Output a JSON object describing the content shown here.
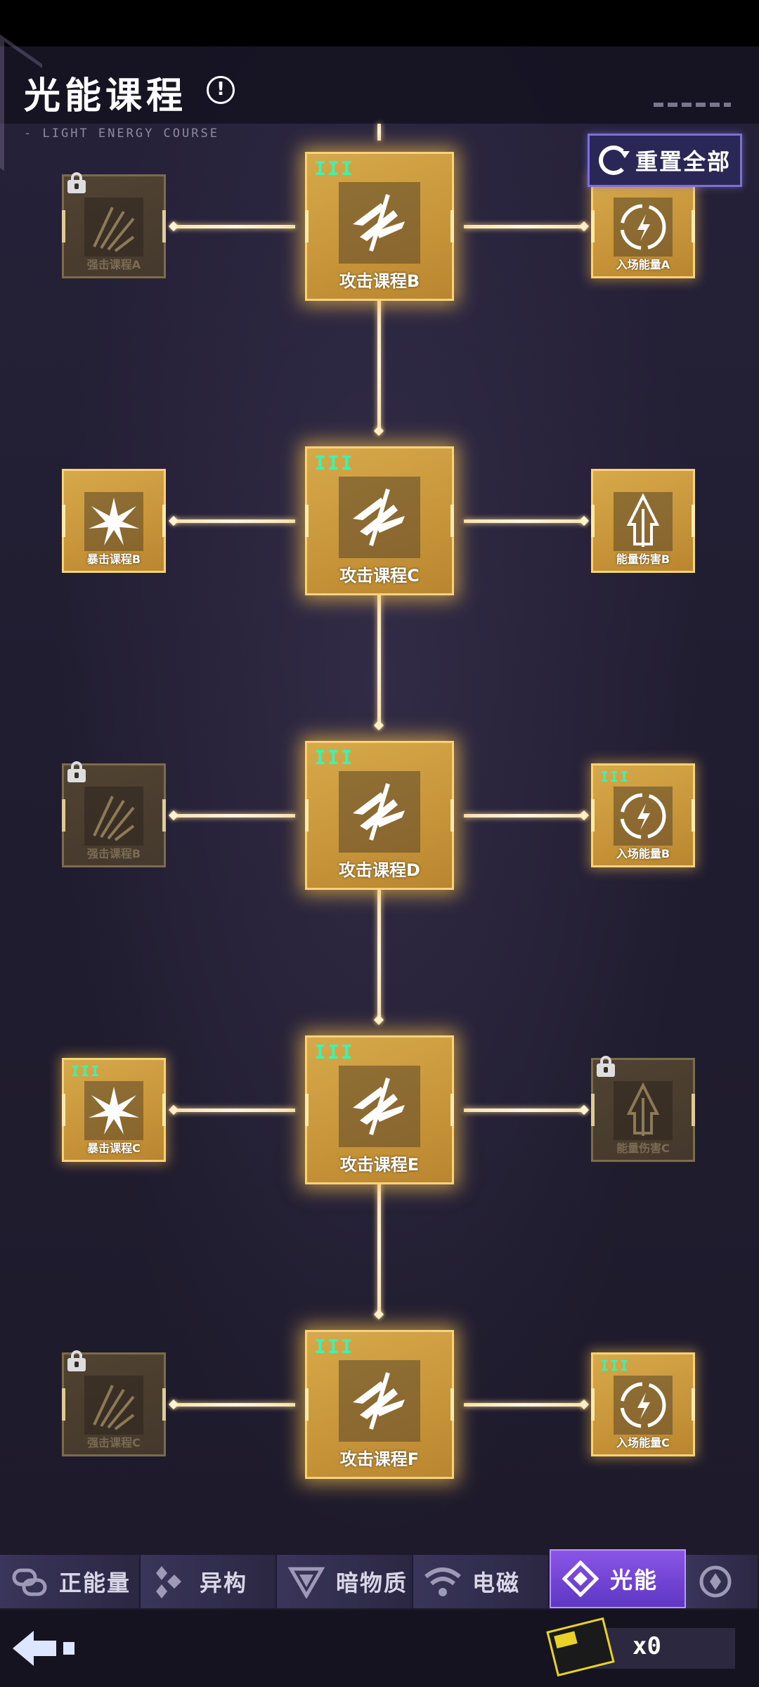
{
  "header": {
    "title": "光能课程",
    "subtitle": "LIGHT ENERGY COURSE",
    "info_icon": "!"
  },
  "reset_button": {
    "label": "重置全部",
    "icon": "reset-icon"
  },
  "rows": [
    {
      "left": {
        "label": "强击课程A",
        "state": "locked",
        "icon": "slash-icon"
      },
      "center": {
        "label": "攻击课程B",
        "rank": "III",
        "icon": "attack-icon"
      },
      "right": {
        "label": "入场能量A",
        "state": "active",
        "icon": "swirl-icon"
      }
    },
    {
      "left": {
        "label": "暴击课程B",
        "state": "active",
        "icon": "burst-icon"
      },
      "center": {
        "label": "攻击课程C",
        "rank": "III",
        "icon": "attack-icon"
      },
      "right": {
        "label": "能量伤害B",
        "state": "active",
        "icon": "trident-icon"
      }
    },
    {
      "left": {
        "label": "强击课程B",
        "state": "locked",
        "icon": "slash-icon"
      },
      "center": {
        "label": "攻击课程D",
        "rank": "III",
        "icon": "attack-icon"
      },
      "right": {
        "label": "入场能量B",
        "state": "active",
        "rank": "III",
        "icon": "swirl-icon"
      }
    },
    {
      "left": {
        "label": "暴击课程C",
        "state": "active",
        "rank": "III",
        "icon": "burst-icon"
      },
      "center": {
        "label": "攻击课程E",
        "rank": "III",
        "icon": "attack-icon"
      },
      "right": {
        "label": "能量伤害C",
        "state": "locked",
        "icon": "trident-icon"
      }
    },
    {
      "left": {
        "label": "强击课程C",
        "state": "locked",
        "icon": "slash-icon"
      },
      "center": {
        "label": "攻击课程F",
        "rank": "III",
        "icon": "attack-icon"
      },
      "right": {
        "label": "入场能量C",
        "state": "active",
        "rank": "III",
        "icon": "swirl-icon"
      }
    }
  ],
  "tabs": [
    {
      "label": "正能量",
      "icon": "gamepad-icon",
      "active": false
    },
    {
      "label": "异构",
      "icon": "diamond-cluster-icon",
      "active": false
    },
    {
      "label": "暗物质",
      "icon": "triangle-icon",
      "active": false
    },
    {
      "label": "电磁",
      "icon": "wifi-icon",
      "active": false
    },
    {
      "label": "光能",
      "icon": "diamond-icon",
      "active": true
    }
  ],
  "footer": {
    "currency_count": "x0",
    "currency_icon": "ticket-icon",
    "back_icon": "back-arrow-icon"
  },
  "colors": {
    "gold": "#c9963b",
    "rank_green": "#3ef2b0",
    "tab_active": "#8a55e8"
  }
}
